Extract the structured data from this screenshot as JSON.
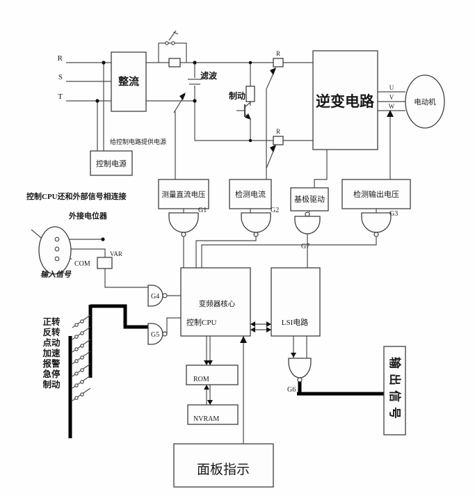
{
  "diagram": {
    "power_inputs": {
      "r": "R",
      "s": "S",
      "t": "T"
    },
    "blocks": {
      "rectifier": "整流",
      "filter": "滤波",
      "braking": "制动",
      "inverter": "逆变电路",
      "motor": "电动机",
      "control_power": "控制电源",
      "measure_dc_voltage": "测量直流电压",
      "detect_current": "检测电流",
      "base_drive": "基极驱动",
      "detect_output_voltage": "检测输出电压",
      "cpu_title": "变频器核心",
      "cpu_subtitle": "控制CPU",
      "lsi": "LSI电路",
      "rom": "ROM",
      "nvram": "NVRAM",
      "panel_indicator": "面板指示",
      "output_signal": "输出信号"
    },
    "notes": {
      "control_power_note": "给控制电路提供电源",
      "cpu_external_note": "控制CPU还和外部信号相连接",
      "external_pot_note": "外接电位器",
      "input_signal": "输入信号"
    },
    "terminals": {
      "u": "U",
      "v": "V",
      "w": "W",
      "resistor_top": "R",
      "resistor_bottom": "R",
      "var": "VAR",
      "com": "COM"
    },
    "gates": {
      "g1": "G1",
      "g2": "G2",
      "g3": "G3",
      "g4": "G4",
      "g5": "G5",
      "g6": "G6",
      "g7": "G7"
    },
    "control_switches": [
      "正转",
      "反转",
      "点动",
      "加速",
      "报警",
      "急停",
      "制动"
    ]
  }
}
